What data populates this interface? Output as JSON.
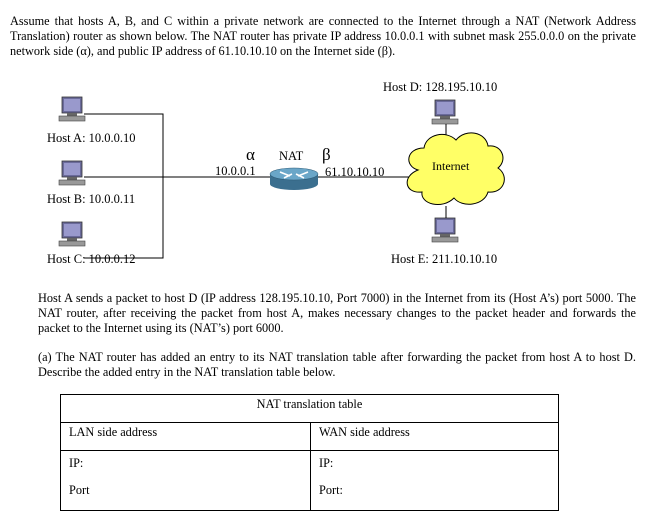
{
  "intro_text": "Assume that hosts A, B, and C within a private network are connected to the Internet through a NAT (Network Address Translation) router as shown below. The NAT router has private IP address 10.0.0.1 with subnet mask 255.0.0.0 on the private network side (α), and public IP address of 61.10.10.10 on the Internet side (β).",
  "diagram": {
    "host_a": "Host A: 10.0.0.10",
    "host_b": "Host B: 10.0.0.11",
    "host_c": "Host C: 10.0.0.12",
    "host_d": "Host D: 128.195.10.10",
    "host_e": "Host E: 211.10.10.10",
    "alpha": "α",
    "beta": "β",
    "nat": "NAT",
    "private_ip": "10.0.0.1",
    "public_ip": "61.10.10.10",
    "internet": "Internet"
  },
  "scenario_text": "Host A sends a packet to host D (IP address 128.195.10.10, Port 7000) in the Internet from its (Host A’s) port 5000. The NAT router, after receiving the packet from host A, makes necessary changes to the packet header and forwards the packet to the Internet using its (NAT’s) port 6000.",
  "question_text": "(a) The NAT router has added an entry to its NAT translation table after forwarding the packet from host A to host D. Describe the added entry in the NAT translation table below.",
  "table": {
    "title": "NAT translation table",
    "lan_header": "LAN side address",
    "wan_header": "WAN side address",
    "lan_ip": "IP:",
    "lan_port": "Port",
    "wan_ip": "IP:",
    "wan_port": "Port:"
  }
}
